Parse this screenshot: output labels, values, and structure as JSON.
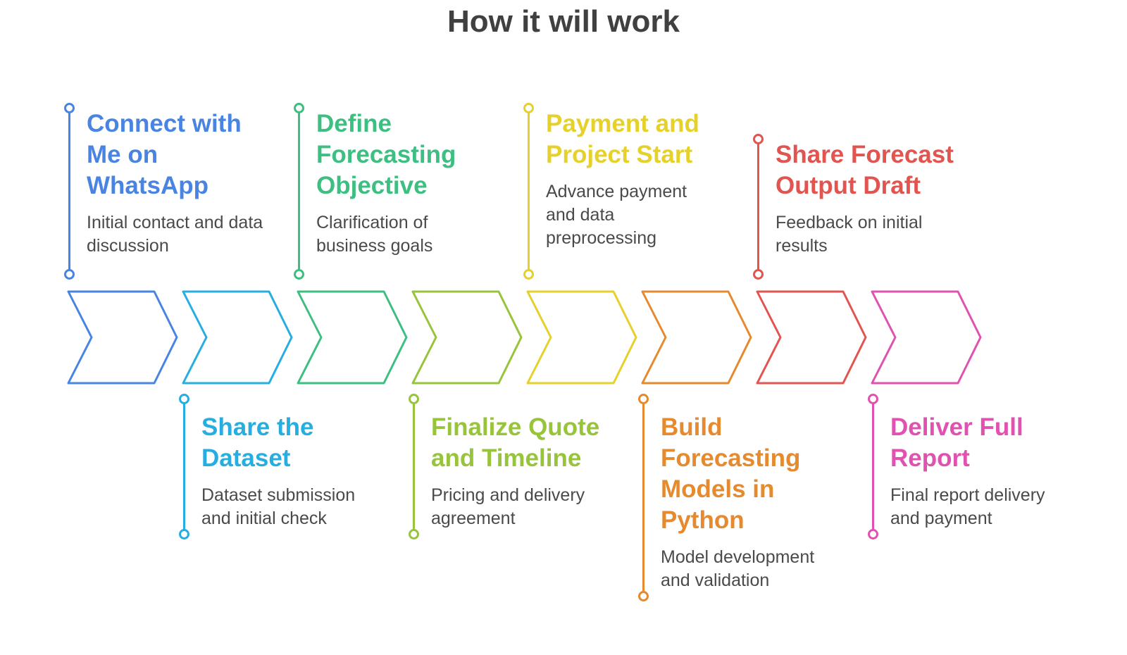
{
  "title": "How it will work",
  "steps": [
    {
      "title": "Connect with Me on WhatsApp",
      "desc": "Initial contact and data discussion",
      "color": "#4a84e3"
    },
    {
      "title": "Share the Dataset",
      "desc": "Dataset submission and initial check",
      "color": "#27aee0"
    },
    {
      "title": "Define Forecasting Objective",
      "desc": "Clarification of business goals",
      "color": "#3dbf82"
    },
    {
      "title": "Finalize Quote and Timeline",
      "desc": "Pricing and delivery agreement",
      "color": "#97c43a"
    },
    {
      "title": "Payment and Project Start",
      "desc": "Advance payment and data preprocessing",
      "color": "#e6d02a"
    },
    {
      "title": "Build Forecasting Models in Python",
      "desc": "Model development and validation",
      "color": "#e58a2f"
    },
    {
      "title": "Share Forecast Output Draft",
      "desc": "Feedback on initial results",
      "color": "#e2544f"
    },
    {
      "title": "Deliver Full Report",
      "desc": "Final report delivery and payment",
      "color": "#e052b0"
    }
  ]
}
